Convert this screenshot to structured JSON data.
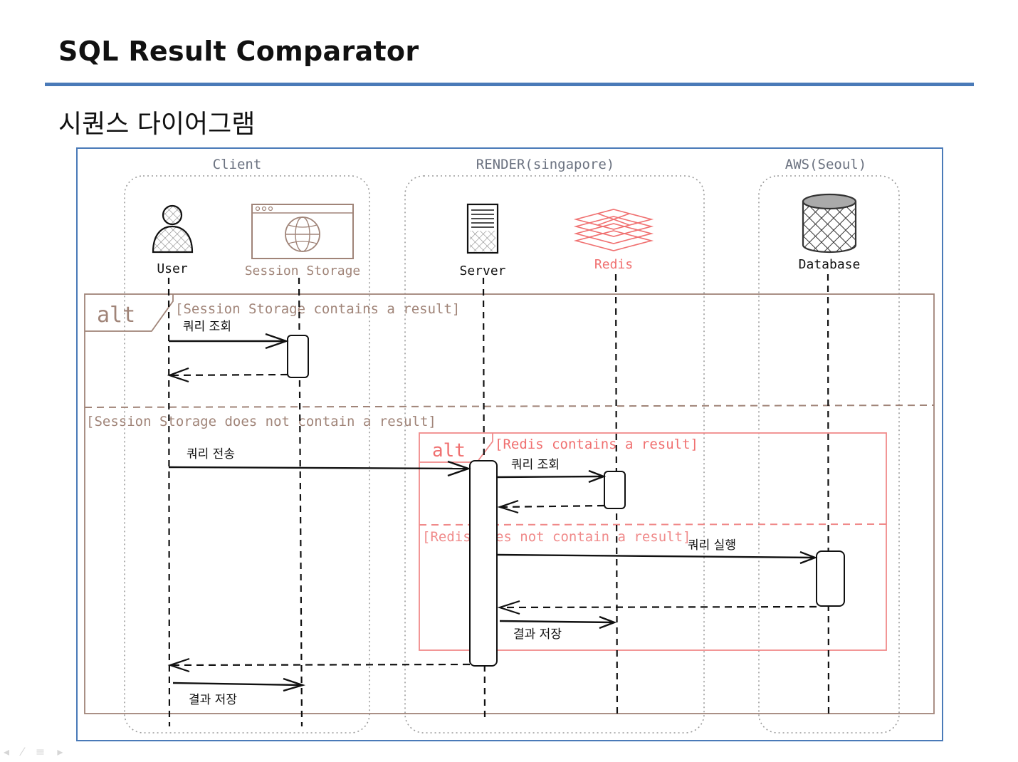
{
  "slide": {
    "title": "SQL Result Comparator",
    "subtitle": "시퀀스 다이어그램"
  },
  "groups": [
    {
      "id": "client",
      "label": "Client"
    },
    {
      "id": "render",
      "label": "RENDER(singapore)"
    },
    {
      "id": "aws",
      "label": "AWS(Seoul)"
    }
  ],
  "participants": [
    {
      "id": "user",
      "label": "User",
      "icon": "user-icon"
    },
    {
      "id": "session",
      "label": "Session Storage",
      "icon": "browser-globe-icon"
    },
    {
      "id": "server",
      "label": "Server",
      "icon": "server-icon"
    },
    {
      "id": "redis",
      "label": "Redis",
      "icon": "redis-layers-icon"
    },
    {
      "id": "database",
      "label": "Database",
      "icon": "database-cylinder-icon"
    }
  ],
  "outer_alt": {
    "keyword": "alt",
    "condition_1": "[Session Storage contains a result]",
    "condition_2": "[Session Storage does not contain a result]"
  },
  "inner_alt": {
    "keyword": "alt",
    "condition_1": "[Redis contains a result]",
    "condition_2": "[Redis does not contain a result]"
  },
  "messages": {
    "user_query_session": "쿼리 조회",
    "user_send_query": "쿼리 전송",
    "server_query_redis": "쿼리 조회",
    "server_exec_query": "쿼리 실행",
    "server_save_redis": "결과 저장",
    "user_save_session": "결과 저장"
  },
  "colors": {
    "title_rule": "#4a7ab8",
    "frame_border": "#4a7ab8",
    "outer_alt": "#a08478",
    "inner_alt": "#f08a8a",
    "redis": "#f07070",
    "group_border": "#9a9a9a",
    "group_label": "#6b7280"
  }
}
